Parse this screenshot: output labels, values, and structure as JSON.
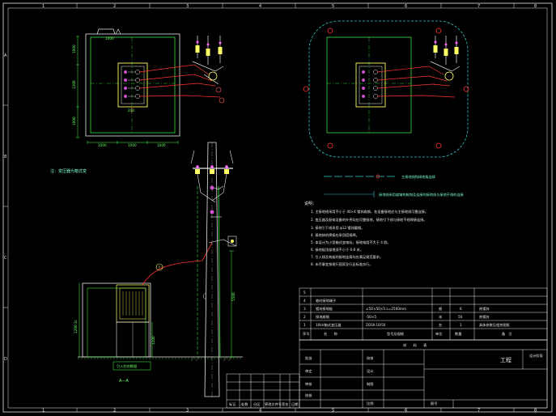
{
  "frame": {
    "top_ruler": [
      "1",
      "2",
      "3",
      "4",
      "5",
      "6",
      "7",
      "8"
    ],
    "bottom_ruler": [
      "1",
      "2",
      "3",
      "4",
      "5",
      "6",
      "7",
      "8"
    ],
    "left_ruler": [
      "A",
      "B",
      "C",
      "D"
    ]
  },
  "plan_view": {
    "dim_top": "1000",
    "dim_left": [
      "1000",
      "1200",
      "1000"
    ],
    "dim_bottom": [
      "1000",
      "1000",
      "1000"
    ],
    "dim_center": "200"
  },
  "note_left": "注：变压器为箱式变",
  "elevation": {
    "label_bracket": "引入柱的数据",
    "section_label": "A—A",
    "dim_height": "1200 3c",
    "dim_small": "1200",
    "dim_pole": "5500"
  },
  "legend": {
    "line1": "主接地线和接地极连接",
    "line2": "接地线采用扁钢构筑物及连接的接地线与接地干线的连接"
  },
  "notes": {
    "title": "说明：",
    "items": [
      "1. 主接地线采用不小于 40×4 镀锌扁钢，各设备接地应与主接地线可靠连接。",
      "2. 变压器及配电设备的外壳均应可靠接地，接地引下线与接地干线焊接连接。",
      "3. 接地引下线采用 φ12 镀锌圆钢。",
      "4. 接地体的焊接应采用搭接焊。",
      "5. 本设计为小型箱式变电站，接地电阻不大于 4 欧。",
      "6. 接地极顶部埋深不小于 0.8 米。",
      "7. 引入线及构架的接地连接均应满足规范要求。",
      "8. 未尽事宜按现行国家及行业标准执行。"
    ]
  },
  "bom": {
    "rows": [
      {
        "no": "5",
        "name": "",
        "spec": "",
        "unit": "",
        "qty": "",
        "note": ""
      },
      {
        "no": "4",
        "name": "临时接地端子",
        "spec": "",
        "unit": "",
        "qty": "",
        "note": ""
      },
      {
        "no": "3",
        "name": "镀锌接地极",
        "spec": "∠50×50×5 L=2500mm",
        "unit": "根",
        "qty": "6",
        "note": "热镀锌"
      },
      {
        "no": "2",
        "name": "接地扁钢",
        "spec": "-50×5",
        "unit": "米",
        "qty": "50",
        "note": "热镀锌"
      },
      {
        "no": "1",
        "name": "10kV箱式变压器",
        "spec": "ZGSⅡ-10/50",
        "unit": "台",
        "qty": "1",
        "note": "具体参数见相关图纸"
      }
    ],
    "header": {
      "no": "序号",
      "name": "名　　称",
      "spec": "型号及规格",
      "unit": "单位",
      "qty": "数量",
      "note": "备　注"
    },
    "material_table_label": "材　　料　　表"
  },
  "title_block": {
    "project_label": "工程",
    "design_stage": "设计阶段",
    "left_labels": [
      "批准",
      "审定",
      "审核",
      "校核"
    ],
    "right_labels": [
      "校核",
      "设计",
      "制图",
      "比例"
    ],
    "drawing_no": "图号",
    "revision_labels": [
      "标记",
      "处数",
      "分区",
      "更改文件号",
      "签名",
      "日期"
    ]
  }
}
